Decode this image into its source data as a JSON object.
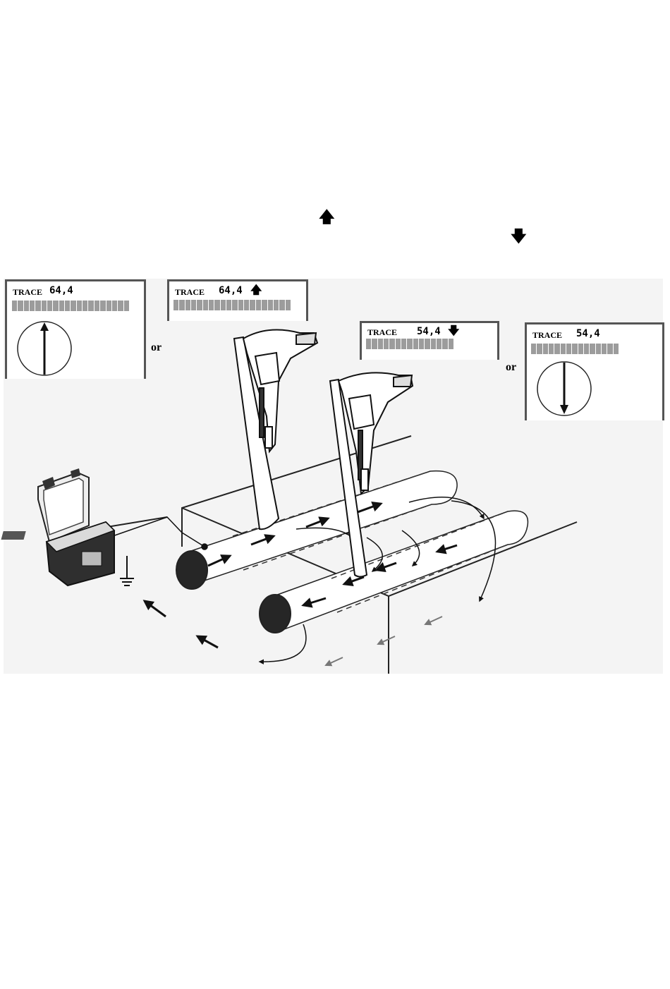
{
  "top_glyphs": {
    "up_arrow": "🡅",
    "down_arrow": "🡇"
  },
  "panels": [
    {
      "label": "TRACE",
      "value": "64,4",
      "arrow": "",
      "compass": "needle-up-icon"
    },
    {
      "label": "TRACE",
      "value": "64,4",
      "arrow": "🡅",
      "compass": ""
    },
    {
      "label": "TRACE",
      "value": "54,4",
      "arrow": "🡇",
      "compass": ""
    },
    {
      "label": "TRACE",
      "value": "54,4",
      "arrow": "",
      "compass": "needle-down-icon"
    }
  ],
  "or_labels": [
    "or",
    "or"
  ]
}
